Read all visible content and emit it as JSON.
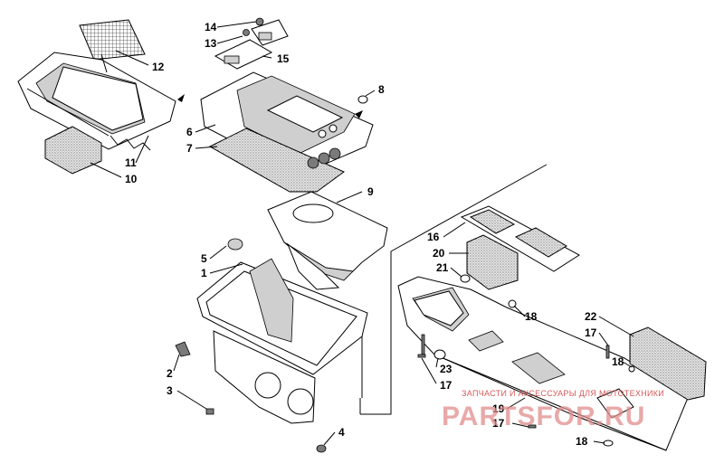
{
  "diagram": {
    "callouts": [
      {
        "id": "c14",
        "text": "14"
      },
      {
        "id": "c13",
        "text": "13"
      },
      {
        "id": "c15",
        "text": "15"
      },
      {
        "id": "c12",
        "text": "12"
      },
      {
        "id": "c8",
        "text": "8"
      },
      {
        "id": "c6",
        "text": "6"
      },
      {
        "id": "c7",
        "text": "7"
      },
      {
        "id": "c11",
        "text": "11"
      },
      {
        "id": "c10",
        "text": "10"
      },
      {
        "id": "c9",
        "text": "9"
      },
      {
        "id": "c5",
        "text": "5"
      },
      {
        "id": "c1",
        "text": "1"
      },
      {
        "id": "c2",
        "text": "2"
      },
      {
        "id": "c3",
        "text": "3"
      },
      {
        "id": "c4",
        "text": "4"
      },
      {
        "id": "c16",
        "text": "16"
      },
      {
        "id": "c20",
        "text": "20"
      },
      {
        "id": "c21",
        "text": "21"
      },
      {
        "id": "c18a",
        "text": "18"
      },
      {
        "id": "c22",
        "text": "22"
      },
      {
        "id": "c17a",
        "text": "17"
      },
      {
        "id": "c18b",
        "text": "18"
      },
      {
        "id": "c23",
        "text": "23"
      },
      {
        "id": "c17b",
        "text": "17"
      },
      {
        "id": "c19",
        "text": "19"
      },
      {
        "id": "c17c",
        "text": "17"
      },
      {
        "id": "c18c",
        "text": "18"
      }
    ]
  },
  "watermark": {
    "line1": "ЗАПЧАСТИ И АКСЕССУАРЫ ДЛЯ МОТОТЕХНИКИ",
    "line2": "PARTSFOR.RU",
    "color": "#d85a5a"
  }
}
